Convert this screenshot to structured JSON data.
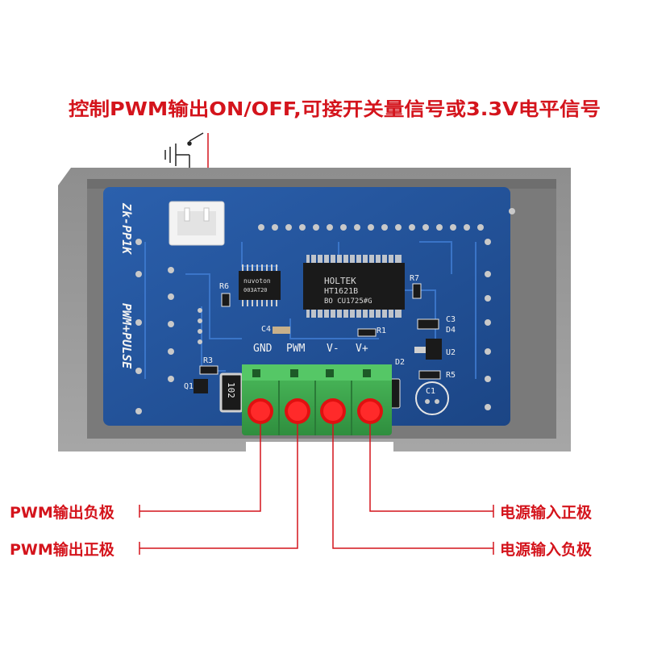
{
  "top_label": "控制PWM输出ON/OFF,可接开关量信号或3.3V电平信号",
  "left_labels": [
    "PWM输出负极",
    "PWM输出正极"
  ],
  "right_labels": [
    "电源输入正极",
    "电源输入负极"
  ],
  "board": {
    "model": "Zk-PP1K",
    "name": "PWM+PULSE",
    "terminal_labels": [
      "GND",
      "PWM",
      "V-",
      "V+"
    ],
    "chip_main_brand": "HOLTEK",
    "chip_main_part": "HT1621B",
    "chip_main_code": "BO CU1725#G",
    "chip_mcu_brand": "nuvoton",
    "chip_mcu_part": "003AT20",
    "resistor_value": "102",
    "components": [
      "R6",
      "R7",
      "C3",
      "D4",
      "C4",
      "R1",
      "R3",
      "Q1",
      "U2",
      "D2",
      "R5",
      "C1"
    ]
  },
  "colors": {
    "label_red": "#d4141c",
    "pcb_blue": "#1f4f96",
    "case_gray": "#9a9a9a",
    "terminal_green": "#3ea84e",
    "screw_red": "#ff1a1a"
  }
}
